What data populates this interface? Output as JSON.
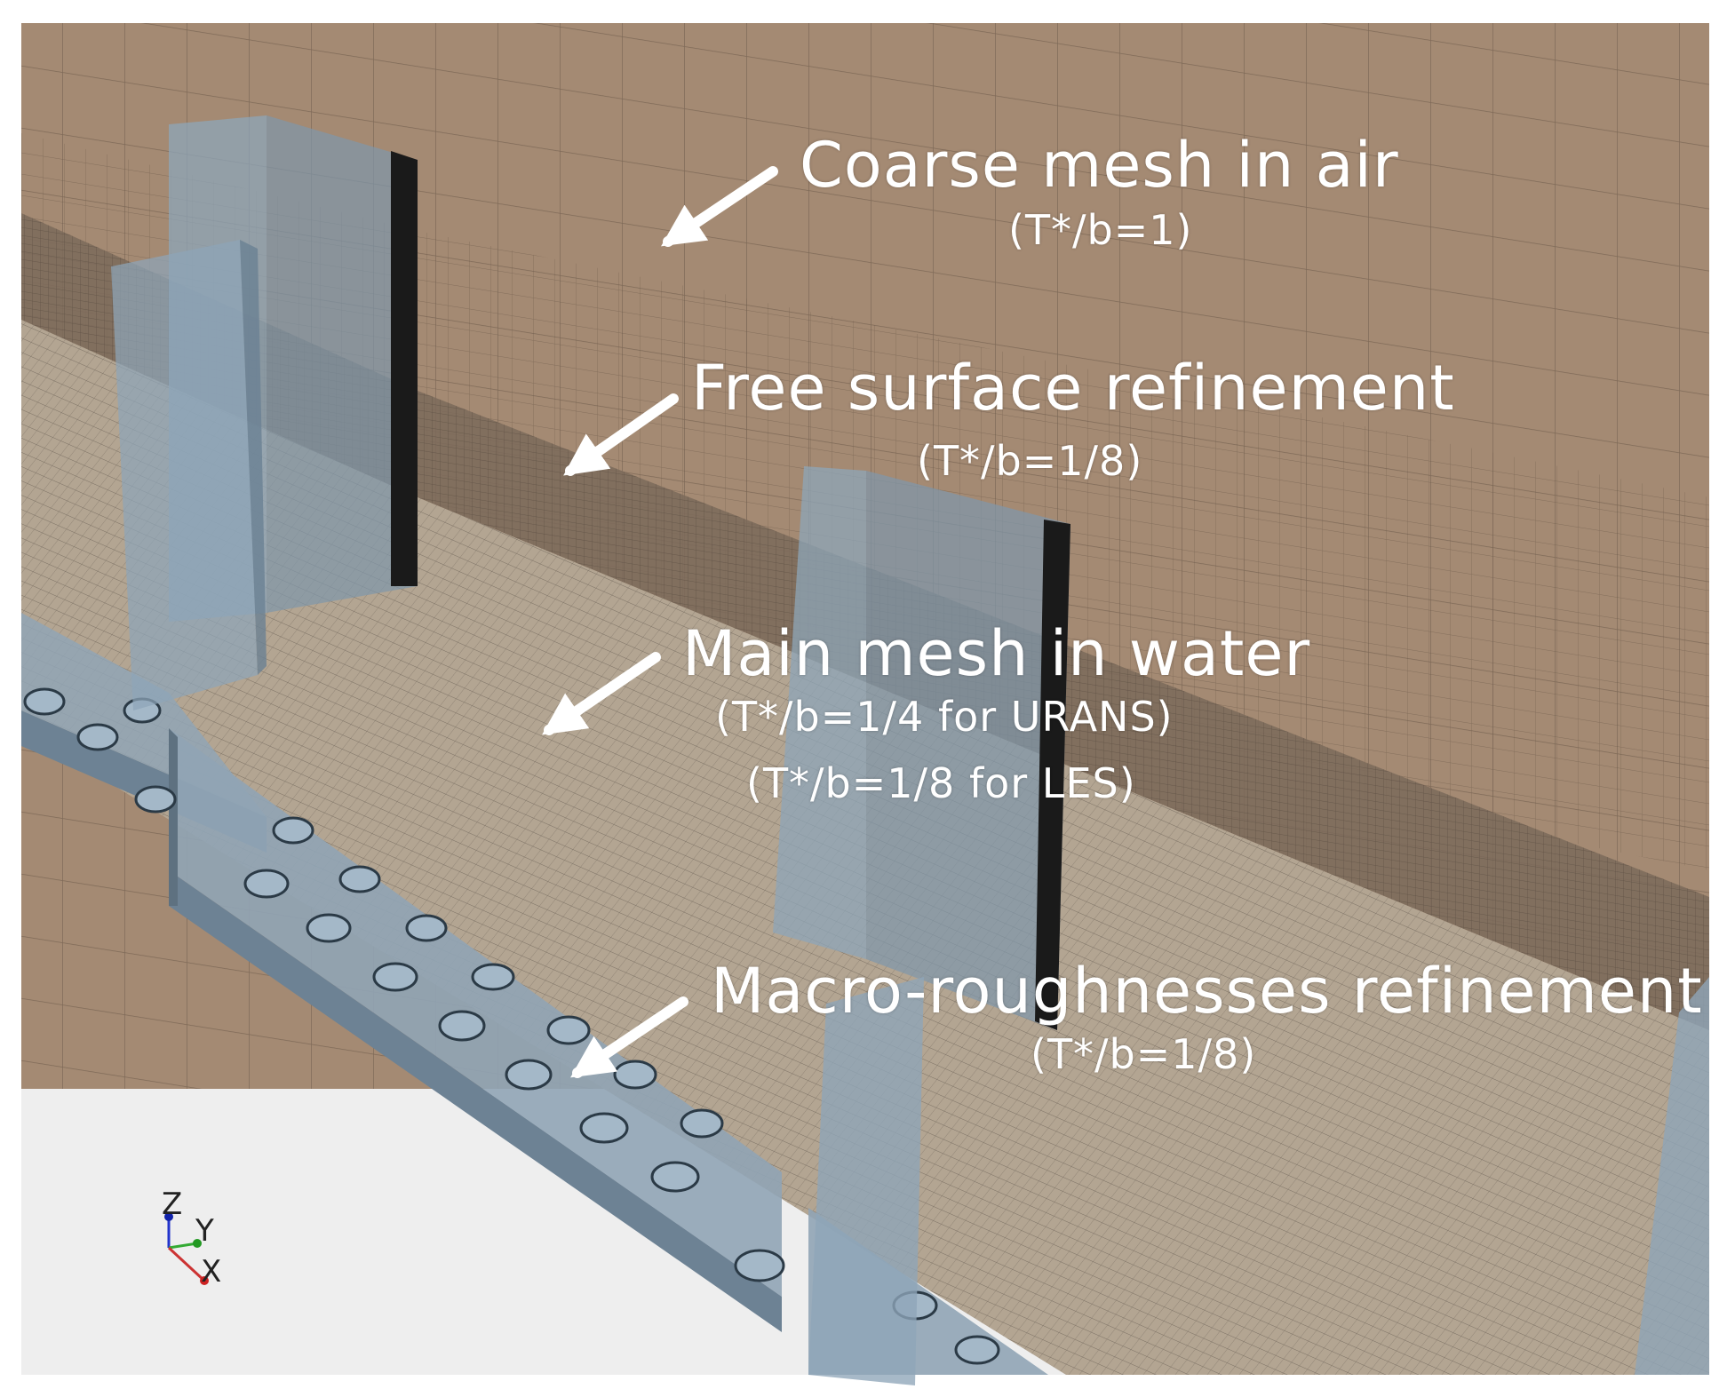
{
  "annotations": {
    "coarse": {
      "title": "Coarse mesh in air",
      "sub": "(T*/b=1)"
    },
    "free_surface": {
      "title": "Free surface refinement",
      "sub": "(T*/b=1/8)"
    },
    "main_water": {
      "title": "Main mesh in water",
      "sub1": "(T*/b=1/4 for URANS)",
      "sub2": "(T*/b=1/8 for LES)"
    },
    "macro": {
      "title": "Macro-roughnesses refinement",
      "sub": "(T*/b=1/8)"
    }
  },
  "axes_triad": {
    "z": "Z",
    "y": "Y",
    "x": "X"
  },
  "colors": {
    "air_mesh": "#a48a73",
    "water_mesh": "#b3a592",
    "obstacle": "#8ea5b8",
    "floor_plate": "#90a4b5",
    "background": "#eeeeee",
    "label": "#ffffff"
  }
}
